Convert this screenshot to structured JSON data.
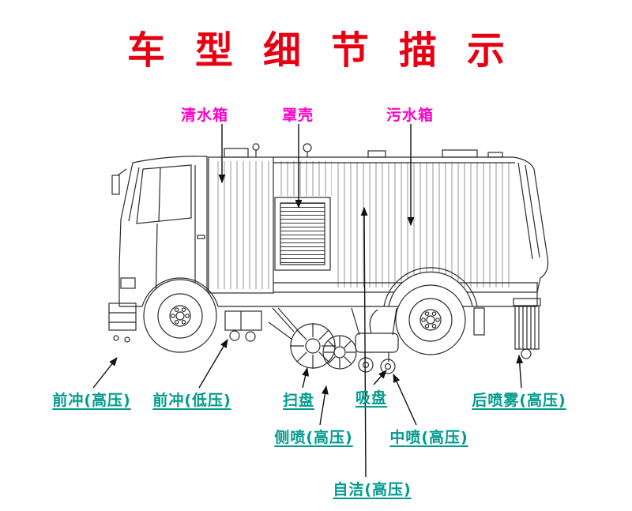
{
  "title": "车型细节描示",
  "labels": {
    "clean_water_tank": "清水箱",
    "cover_shell": "罩壳",
    "sewage_tank": "污水箱",
    "front_flush_high": "前冲(高压)",
    "front_flush_low": "前冲(低压)",
    "sweep_disc": "扫盘",
    "suction_disc": "吸盘",
    "rear_spray_high": "后喷雾(高压)",
    "side_spray_high": "侧喷(高压)",
    "middle_spray_high": "中喷(高压)",
    "self_clean_high": "自洁(高压)"
  },
  "colors": {
    "title": "#e60012",
    "top_labels": "#ff00c8",
    "bottom_labels": "#009b8e",
    "line_art": "#2b2b2b",
    "arrows": "#111111"
  }
}
